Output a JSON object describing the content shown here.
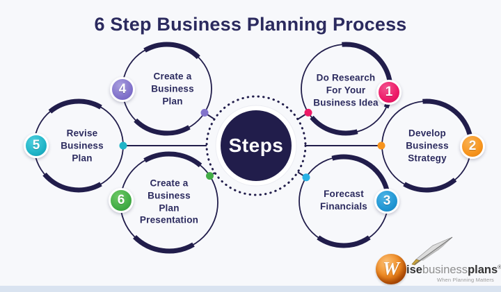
{
  "title": "6 Step Business Planning Process",
  "center": {
    "label": "Steps"
  },
  "steps": [
    {
      "number": "1",
      "label": "Do Research\nFor Your\nBusiness Idea",
      "color": "#ed1a67"
    },
    {
      "number": "2",
      "label": "Develop\nBusiness\nStrategy",
      "color": "#f7941d"
    },
    {
      "number": "3",
      "label": "Forecast\nFinancials",
      "color": "#2196d3"
    },
    {
      "number": "4",
      "label": "Create a\nBusiness\nPlan",
      "color": "#8273cb"
    },
    {
      "number": "5",
      "label": "Revise\nBusiness\nPlan",
      "color": "#1fb4c7"
    },
    {
      "number": "6",
      "label": "Create a\nBusiness\nPlan\nPresentation",
      "color": "#43ad47"
    }
  ],
  "logo": {
    "w": "W",
    "part_ise": "ise",
    "part_business": "business",
    "part_plans": "plans",
    "registered": "®",
    "tagline": "When Planning Matters"
  },
  "colors": {
    "navy": "#211d4b",
    "text_navy": "#2b2a5e",
    "background": "#f7f8fb",
    "bottom_strip": "#d9e3f0",
    "dot_blue": "#29b2e5"
  }
}
